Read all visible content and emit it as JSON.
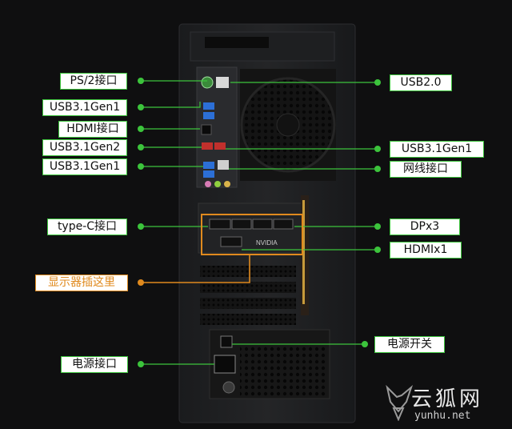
{
  "labels": {
    "ps2": "PS/2接口",
    "usb31gen1_top": "USB3.1Gen1",
    "hdmi_mb": "HDMI接口",
    "usb31gen2": "USB3.1Gen2",
    "usb31gen1_mid": "USB3.1Gen1",
    "typec": "type-C接口",
    "display_here": "显示器插这里",
    "power_port": "电源接口",
    "usb20": "USB2.0",
    "usb31gen1_right": "USB3.1Gen1",
    "ethernet": "网线接口",
    "dp": "DPx3",
    "hdmi_gpu": "HDMIx1",
    "power_switch": "电源开关"
  },
  "gpu_brand": "NVIDIA",
  "watermark": {
    "cn": "云狐网",
    "en": "yunhu.net"
  },
  "colors": {
    "accent_green": "#3cc43c",
    "accent_orange": "#e08a1e",
    "case": "#1c1d1f"
  }
}
